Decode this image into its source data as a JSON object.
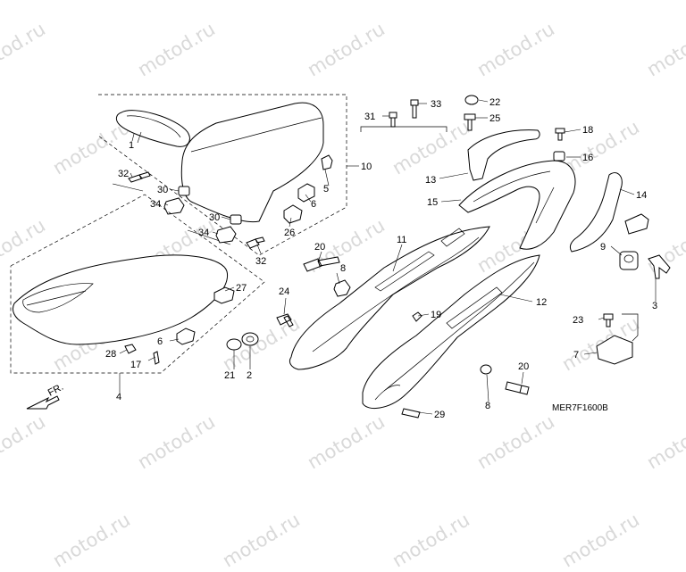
{
  "watermark": "motod.ru",
  "diagram_code": "MER7F1600B",
  "direction_label": "FR.",
  "callouts": {
    "c1": "1",
    "c2": "2",
    "c3": "3",
    "c4": "4",
    "c5": "5",
    "c6a": "6",
    "c6b": "6",
    "c7": "7",
    "c8a": "8",
    "c8b": "8",
    "c9": "9",
    "c10": "10",
    "c11": "11",
    "c12": "12",
    "c13": "13",
    "c14": "14",
    "c15": "15",
    "c16": "16",
    "c17": "17",
    "c18": "18",
    "c19": "19",
    "c20a": "20",
    "c20b": "20",
    "c21": "21",
    "c22": "22",
    "c23": "23",
    "c24": "24",
    "c25": "25",
    "c26": "26",
    "c27": "27",
    "c28": "28",
    "c29": "29",
    "c30a": "30",
    "c30b": "30",
    "c31": "31",
    "c32a": "32",
    "c32b": "32",
    "c33": "33",
    "c34a": "34",
    "c34b": "34"
  }
}
